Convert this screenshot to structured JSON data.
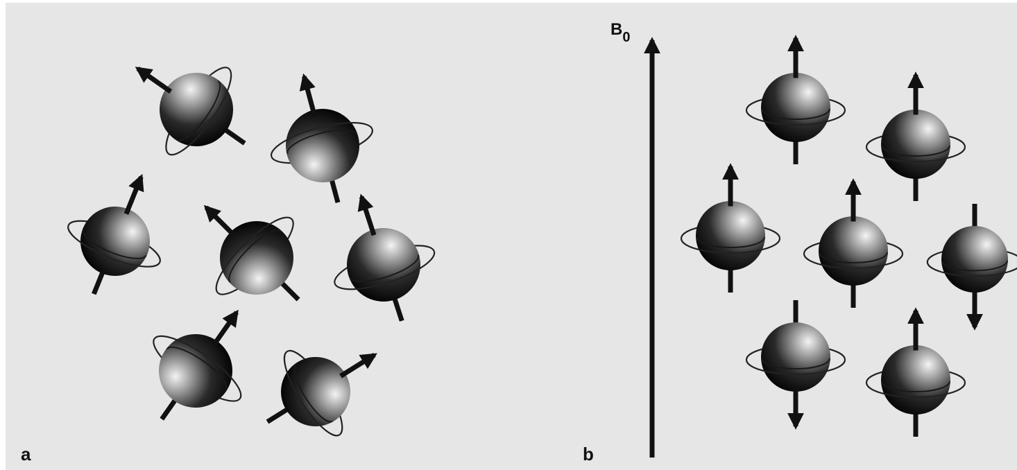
{
  "panels": {
    "a": {
      "label": "a"
    },
    "b": {
      "label": "b",
      "field_label": "B",
      "field_subscript": "0"
    }
  },
  "colors": {
    "background": "#e6e6e6",
    "sphere_light": "#f4f4f4",
    "sphere_dark": "#060606",
    "arrow": "#111111",
    "orbit": "#222222"
  }
}
